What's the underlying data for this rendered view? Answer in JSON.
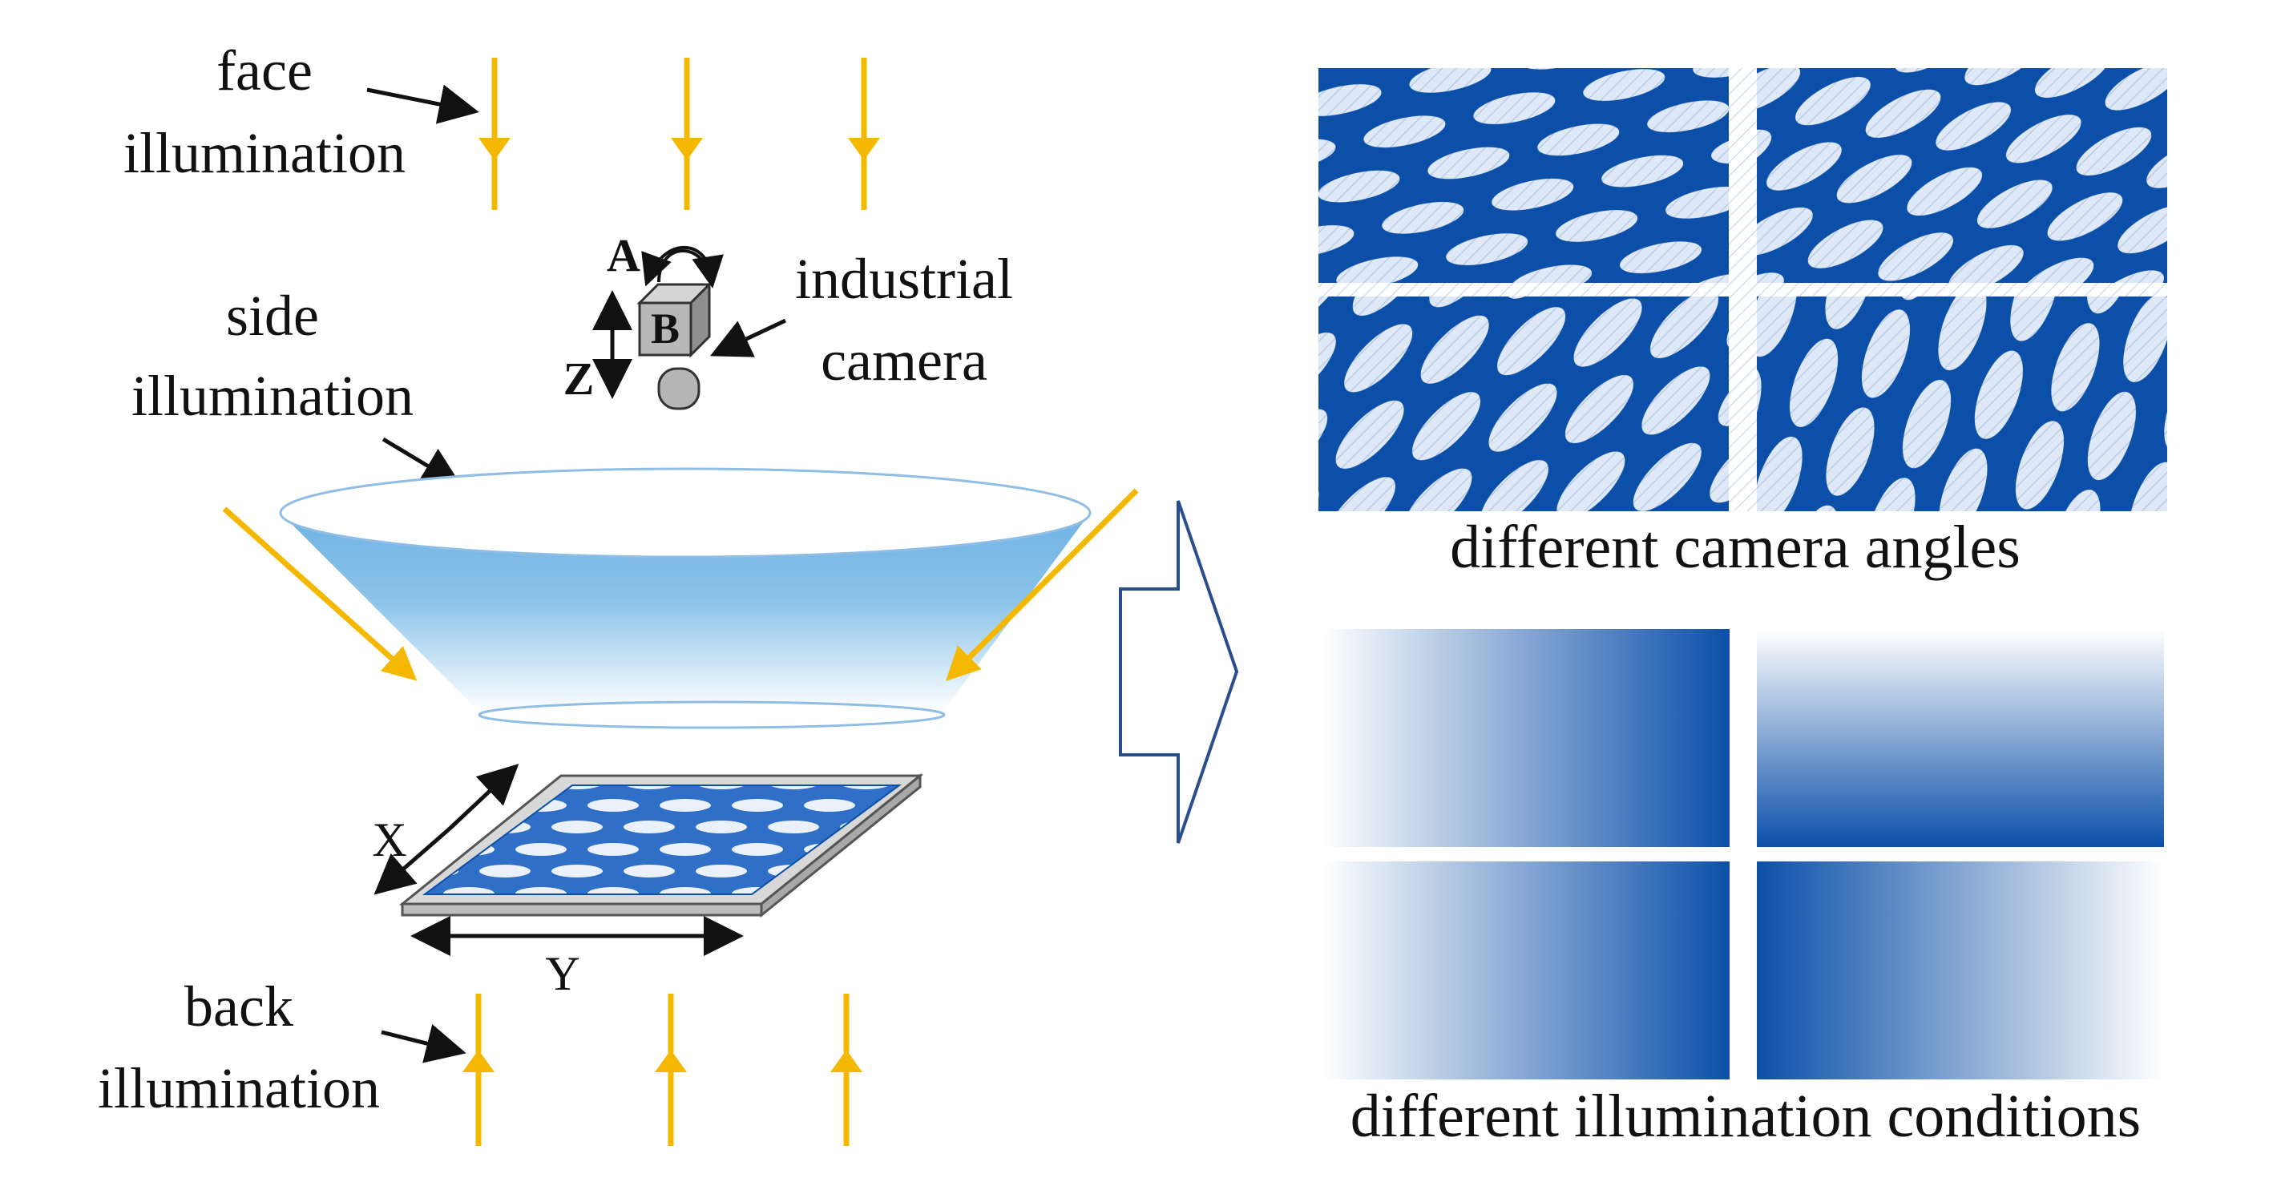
{
  "labels": {
    "face_line1": "face",
    "face_line2": "illumination",
    "side_line1": "side",
    "side_line2": "illumination",
    "camera_line1": "industrial",
    "camera_line2": "camera",
    "axis_a": "A",
    "axis_b": "B",
    "axis_z": "Z",
    "axis_x": "X",
    "axis_y": "Y",
    "back_line1": "back",
    "back_line2": "illumination",
    "camera_angles_caption": "different camera angles",
    "illumination_caption": "different illumination conditions"
  },
  "colors": {
    "light_ray": "#F5B800",
    "fabric_blue": "#0B4FA8",
    "diffuser_blue": "#7DBCE6",
    "arrow_outline": "#2A4E8C"
  },
  "illumination_tiles": [
    {
      "gradient": "left-to-right"
    },
    {
      "gradient": "top-to-bottom"
    },
    {
      "gradient": "left-to-right"
    },
    {
      "gradient": "right-to-left"
    }
  ]
}
